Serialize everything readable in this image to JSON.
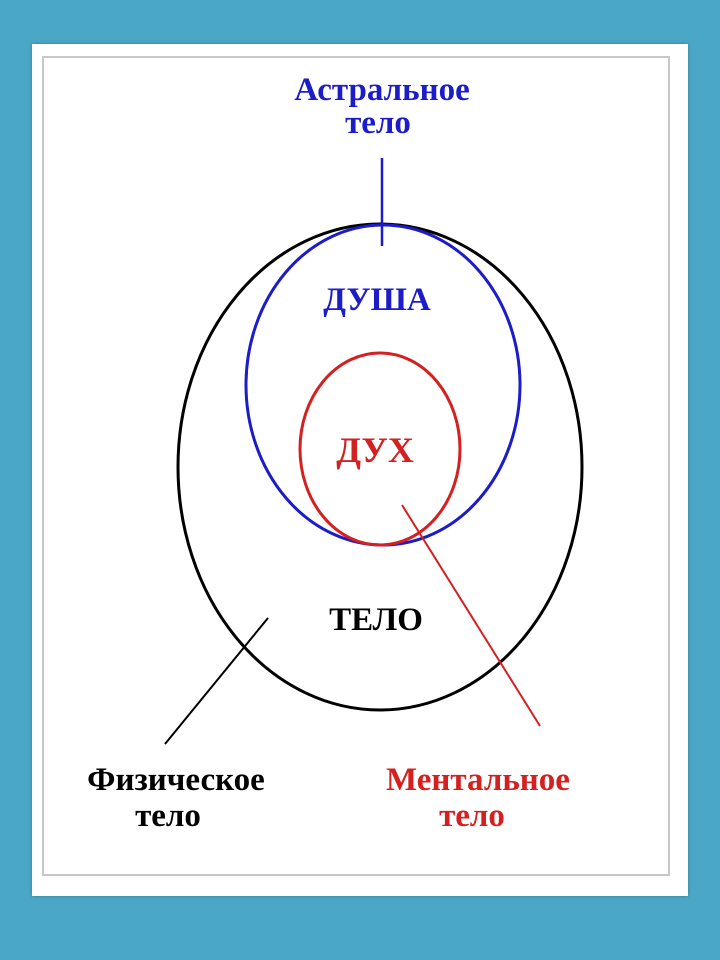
{
  "colors": {
    "background": "#4aa8c6",
    "astral": "#1c1cc8",
    "mental": "#d42020",
    "physical": "#000000"
  },
  "labels": {
    "astral_line1": "Астральное",
    "astral_line2": "тело",
    "soul": "ДУША",
    "spirit": "ДУХ",
    "body": "ТЕЛО",
    "physical_line1": "Физическое",
    "physical_line2": "тело",
    "mental_line1": "Ментальное",
    "mental_line2": "тело"
  }
}
